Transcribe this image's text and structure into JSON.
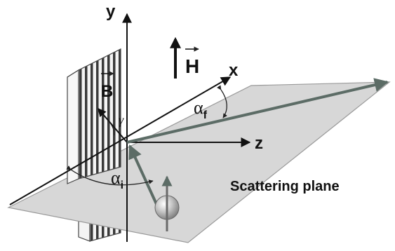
{
  "colors": {
    "plane_fill": "#d7d7d7",
    "plane_stroke": "#9a9a9a",
    "axes": "#111111",
    "beam": "#5c6c66",
    "sample_front": "#f2f2f2",
    "sample_stripes": "#3a3a3a",
    "angle_arc": "#222222",
    "neutron_sphere": "#b8b8b8"
  },
  "icons": {
    "neutron": "polarized-neutron-sphere",
    "spin": "spin-up-arrow"
  },
  "labels": {
    "y_axis": "y",
    "x_axis": "x",
    "z_axis": "z",
    "field_H": "H",
    "field_B": "B",
    "gamma": "γ",
    "alpha_i": "α",
    "alpha_i_sub": "i",
    "alpha_f": "α",
    "alpha_f_sub": "f",
    "plane": "Scattering plane"
  }
}
